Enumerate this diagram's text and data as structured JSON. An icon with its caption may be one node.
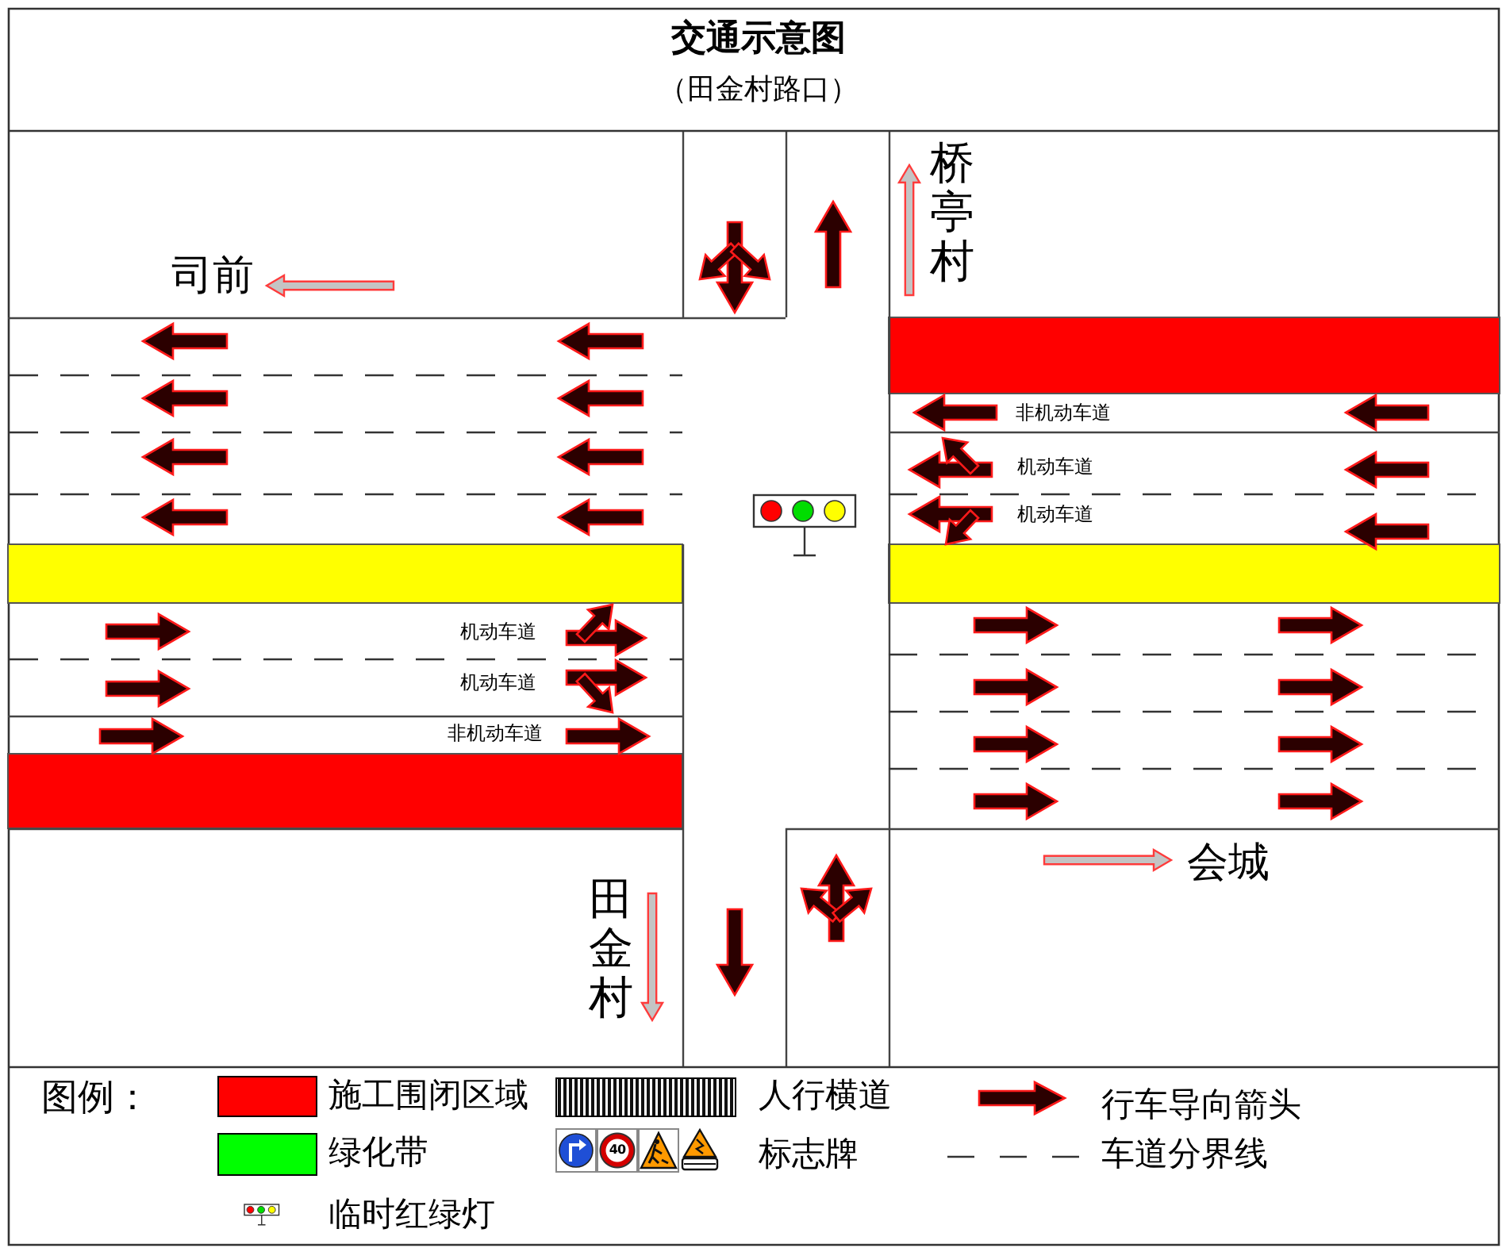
{
  "diagram": {
    "title": "交通示意图",
    "labels": [
      "（田金村路口）",
      "桥亭村",
      "司前",
      "非机动车道",
      "机动车道",
      "机动车道",
      "机动车道",
      "机动车道",
      "非机动车道",
      "会城",
      "田金村",
      "图例：",
      "40"
    ],
    "legend": [
      {
        "text": "施工围闭区域",
        "color": "#ff0000"
      },
      {
        "text": "人行横道"
      },
      {
        "text": "行车导向箭头"
      },
      {
        "text": "绿化带",
        "color": "#00ff00"
      },
      {
        "text": "标志牌"
      },
      {
        "text": "车道分界线"
      },
      {
        "text": "临时红绿灯"
      }
    ]
  }
}
